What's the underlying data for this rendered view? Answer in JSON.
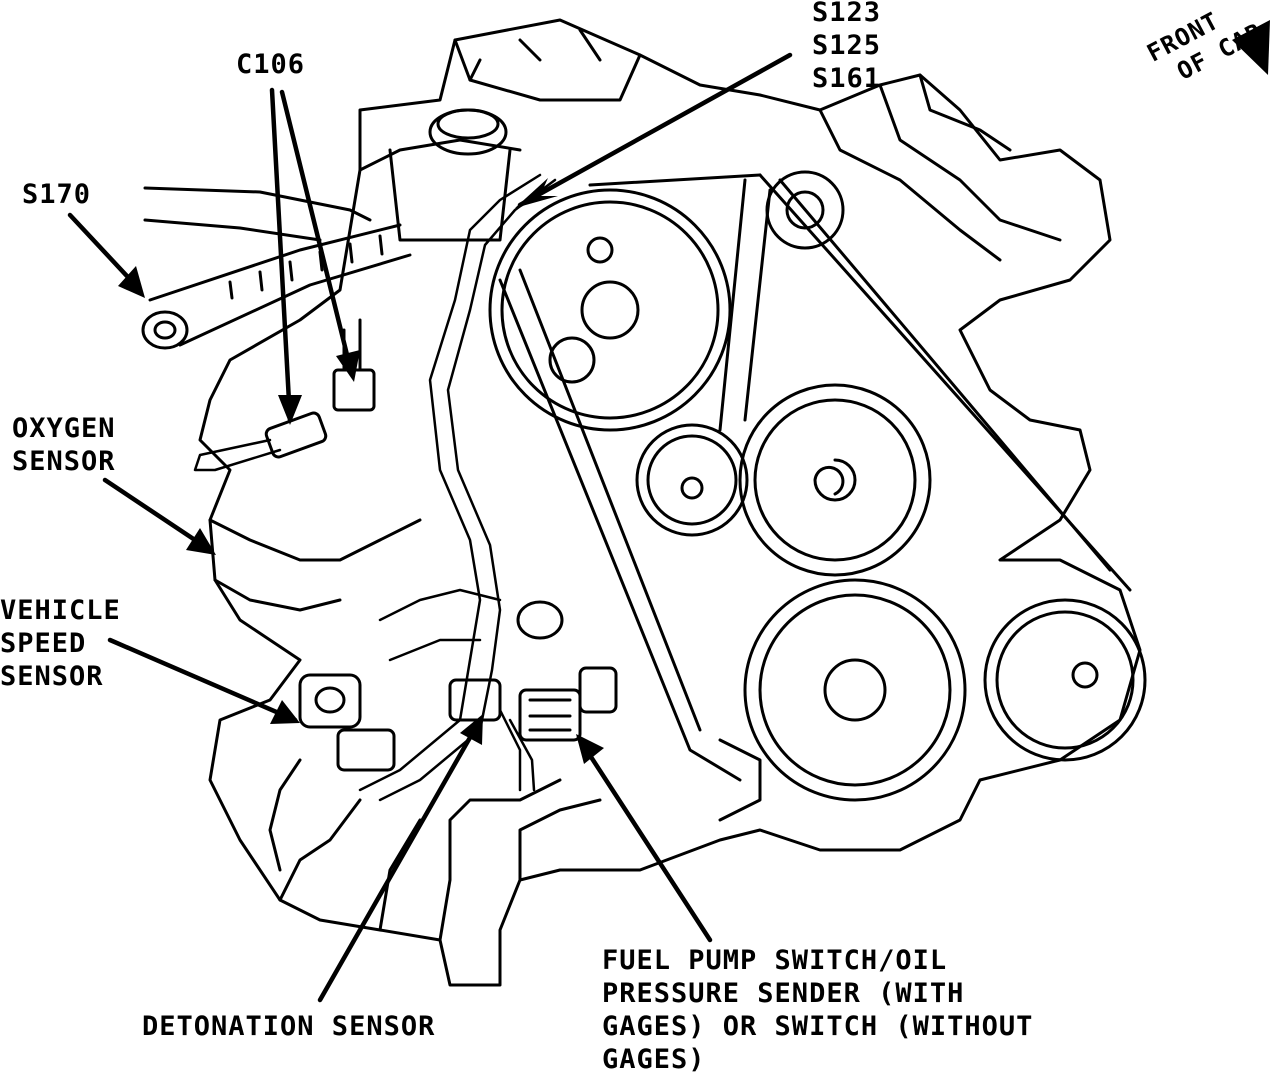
{
  "diagram": {
    "labels": {
      "splices": [
        "S123",
        "S125",
        "S161"
      ],
      "connector": "C106",
      "splice_s170": "S170",
      "oxygen_sensor": [
        "OXYGEN",
        "SENSOR"
      ],
      "vehicle_speed_sensor": [
        "VEHICLE",
        "SPEED",
        "SENSOR"
      ],
      "detonation_sensor": "DETONATION SENSOR",
      "fuel_pump_switch": [
        "FUEL PUMP SWITCH/OIL",
        "PRESSURE SENDER (WITH",
        "GAGES) OR SWITCH (WITHOUT",
        "GAGES)"
      ],
      "front_of_car": [
        "FRONT",
        "OF CAR"
      ]
    },
    "colors": {
      "ink": "#000000",
      "paper": "#ffffff"
    }
  }
}
